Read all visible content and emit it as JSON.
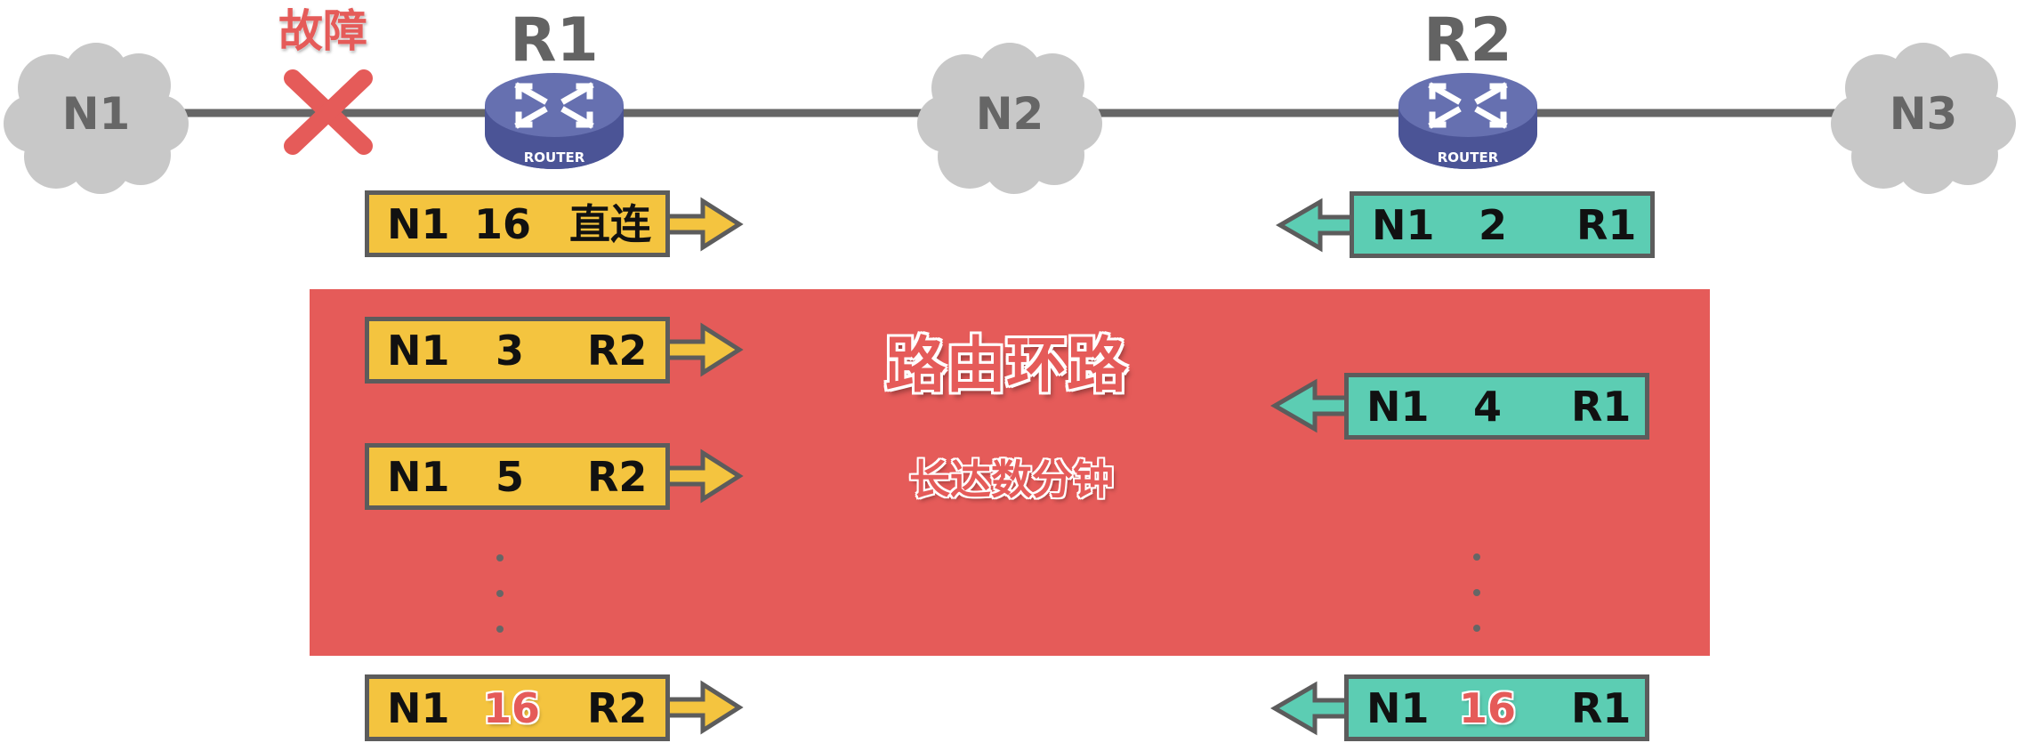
{
  "topology": {
    "networks": [
      {
        "id": "n1",
        "label": "N1"
      },
      {
        "id": "n2",
        "label": "N2"
      },
      {
        "id": "n3",
        "label": "N3"
      }
    ],
    "routers": [
      {
        "id": "r1",
        "name": "R1",
        "badge": "ROUTER"
      },
      {
        "id": "r2",
        "name": "R2",
        "badge": "ROUTER"
      }
    ],
    "fault": {
      "label": "故障",
      "icon": "x-mark-icon",
      "location": "link N1-R1"
    }
  },
  "loop_banner": {
    "title": "路由环路",
    "subtitle": "长达数分钟"
  },
  "r1_updates": [
    {
      "dest": "N1",
      "distance": "16",
      "next_hop": "直连",
      "highlight": false
    },
    {
      "dest": "N1",
      "distance": "3",
      "next_hop": "R2",
      "highlight": false
    },
    {
      "dest": "N1",
      "distance": "5",
      "next_hop": "R2",
      "highlight": false
    },
    {
      "dest": "N1",
      "distance": "16",
      "next_hop": "R2",
      "highlight": true
    }
  ],
  "r2_updates": [
    {
      "dest": "N1",
      "distance": "2",
      "next_hop": "R1",
      "highlight": false
    },
    {
      "dest": "N1",
      "distance": "4",
      "next_hop": "R1",
      "highlight": false
    },
    {
      "dest": "N1",
      "distance": "16",
      "next_hop": "R1",
      "highlight": true
    }
  ],
  "ellipsis": "⋮",
  "colors": {
    "r1_entry": "#f4c43f",
    "r2_entry": "#5ccdb3",
    "loop_band": "#e55b59",
    "fault": "#e55b59",
    "highlight_text": "#e55b59",
    "router": "#6670b0",
    "cloud": "#c8c8c8"
  }
}
